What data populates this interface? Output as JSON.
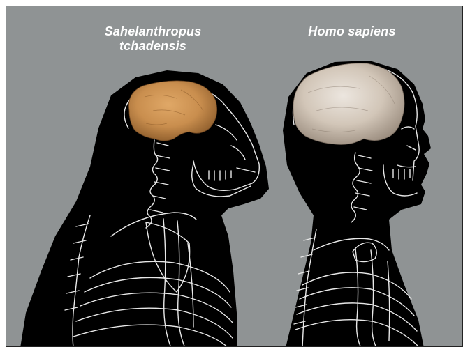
{
  "labels": {
    "left_species": [
      "Sahelanthropus",
      "tchadensis"
    ],
    "right_species": "Homo sapiens"
  },
  "colors": {
    "background": "#8f9394",
    "silhouette": "#000000",
    "bone_outline": "#e8e8e8",
    "sahelanthropus_cranium": "#c98e4e",
    "homo_sapiens_cranium": "#d9cfc4",
    "label_text": "#ffffff"
  }
}
